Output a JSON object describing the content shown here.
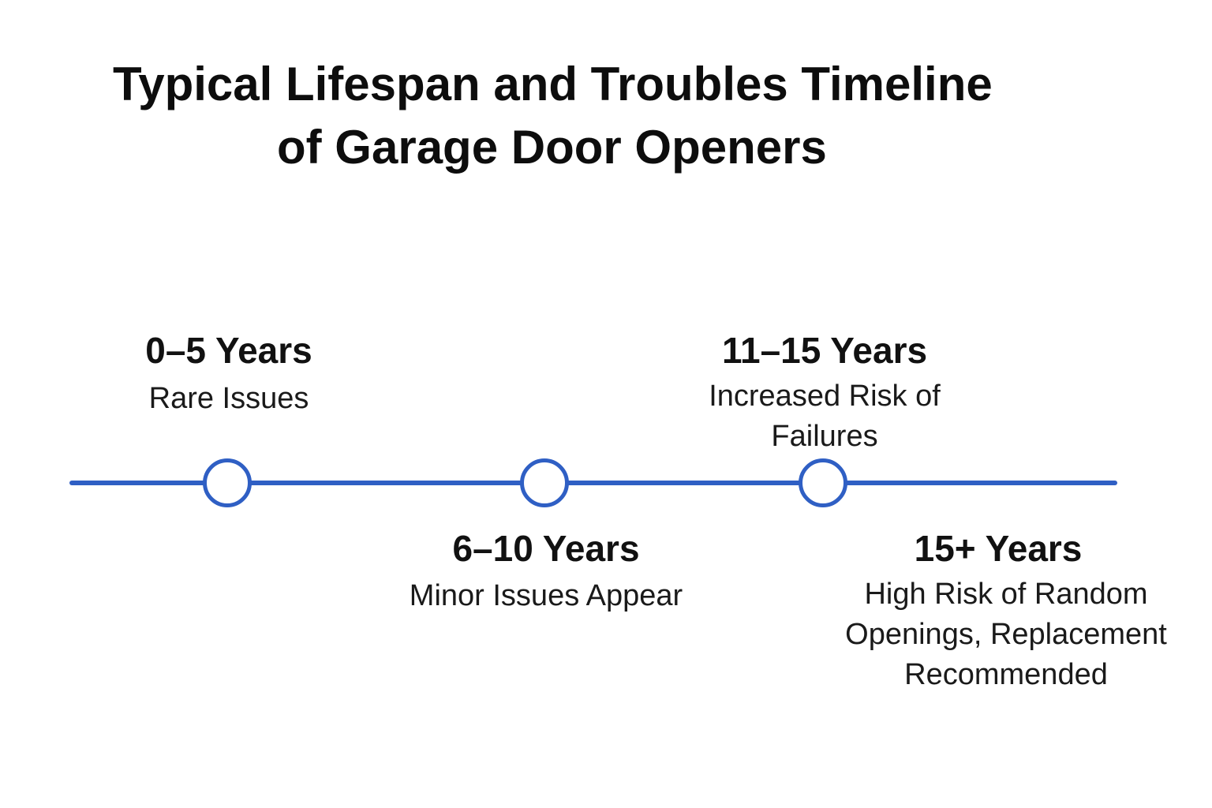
{
  "title": {
    "line1": "Typical Lifespan and Troubles Timeline",
    "line2": "of Garage Door Openers"
  },
  "colors": {
    "accent": "#2f5fc4",
    "text": "#111111",
    "background": "#ffffff"
  },
  "milestones": [
    {
      "period": "0–5 Years",
      "description": "Rare Issues"
    },
    {
      "period": "6–10 Years",
      "description": "Minor Issues Appear"
    },
    {
      "period": "11–15 Years",
      "description": "Increased Risk of Failures"
    },
    {
      "period": "15+ Years",
      "description": "High Risk of Random Openings, Replacement Recommended"
    }
  ]
}
